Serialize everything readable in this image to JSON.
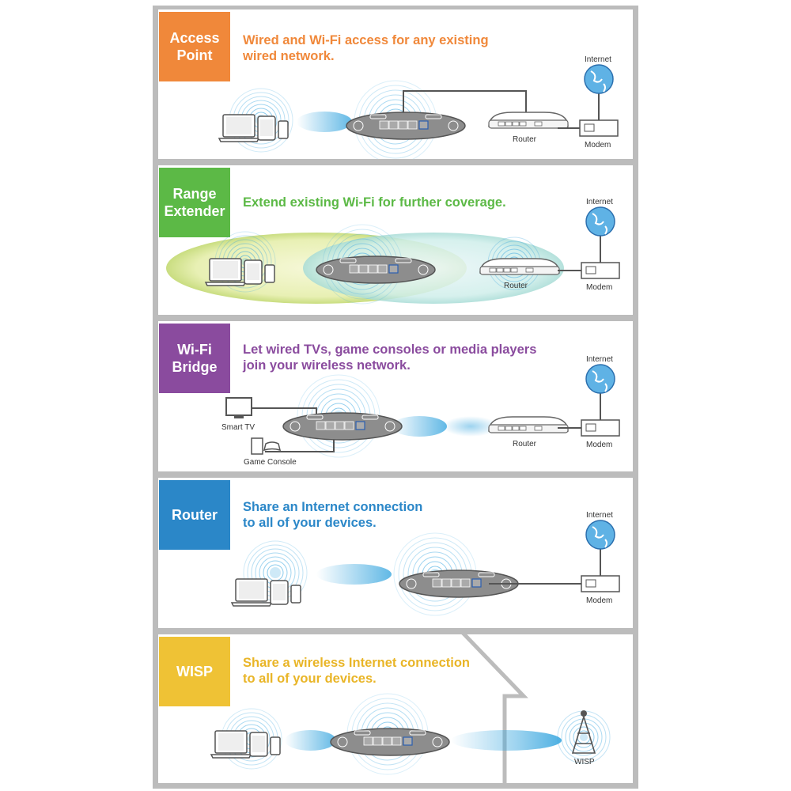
{
  "colors": {
    "access_point": "#f0883a",
    "range_extender": "#5cb946",
    "wifi_bridge": "#8a4b9e",
    "router": "#2b87c8",
    "wisp": "#efc235",
    "frame": "#bcbcbc",
    "signal": "#3aa7df"
  },
  "panels": [
    {
      "id": "access-point",
      "label": "Access\nPoint",
      "heading": "Wired and Wi-Fi access for any existing\nwired network.",
      "captions": {
        "internet": "Internet",
        "router": "Router",
        "modem": "Modem"
      }
    },
    {
      "id": "range-extender",
      "label": "Range\nExtender",
      "heading": "Extend existing Wi-Fi for further coverage.",
      "captions": {
        "internet": "Internet",
        "router": "Router",
        "modem": "Modem"
      }
    },
    {
      "id": "wifi-bridge",
      "label": "Wi-Fi\nBridge",
      "heading": "Let wired TVs, game consoles or media players\njoin your wireless network.",
      "captions": {
        "internet": "Internet",
        "router": "Router",
        "modem": "Modem",
        "smart_tv": "Smart TV",
        "game_console": "Game Console"
      }
    },
    {
      "id": "router",
      "label": "Router",
      "heading": "Share an Internet connection\nto all of your devices.",
      "captions": {
        "internet": "Internet",
        "modem": "Modem"
      }
    },
    {
      "id": "wisp",
      "label": "WISP",
      "heading": "Share a wireless Internet connection\nto all of your devices.",
      "captions": {
        "wisp": "WISP"
      }
    }
  ]
}
